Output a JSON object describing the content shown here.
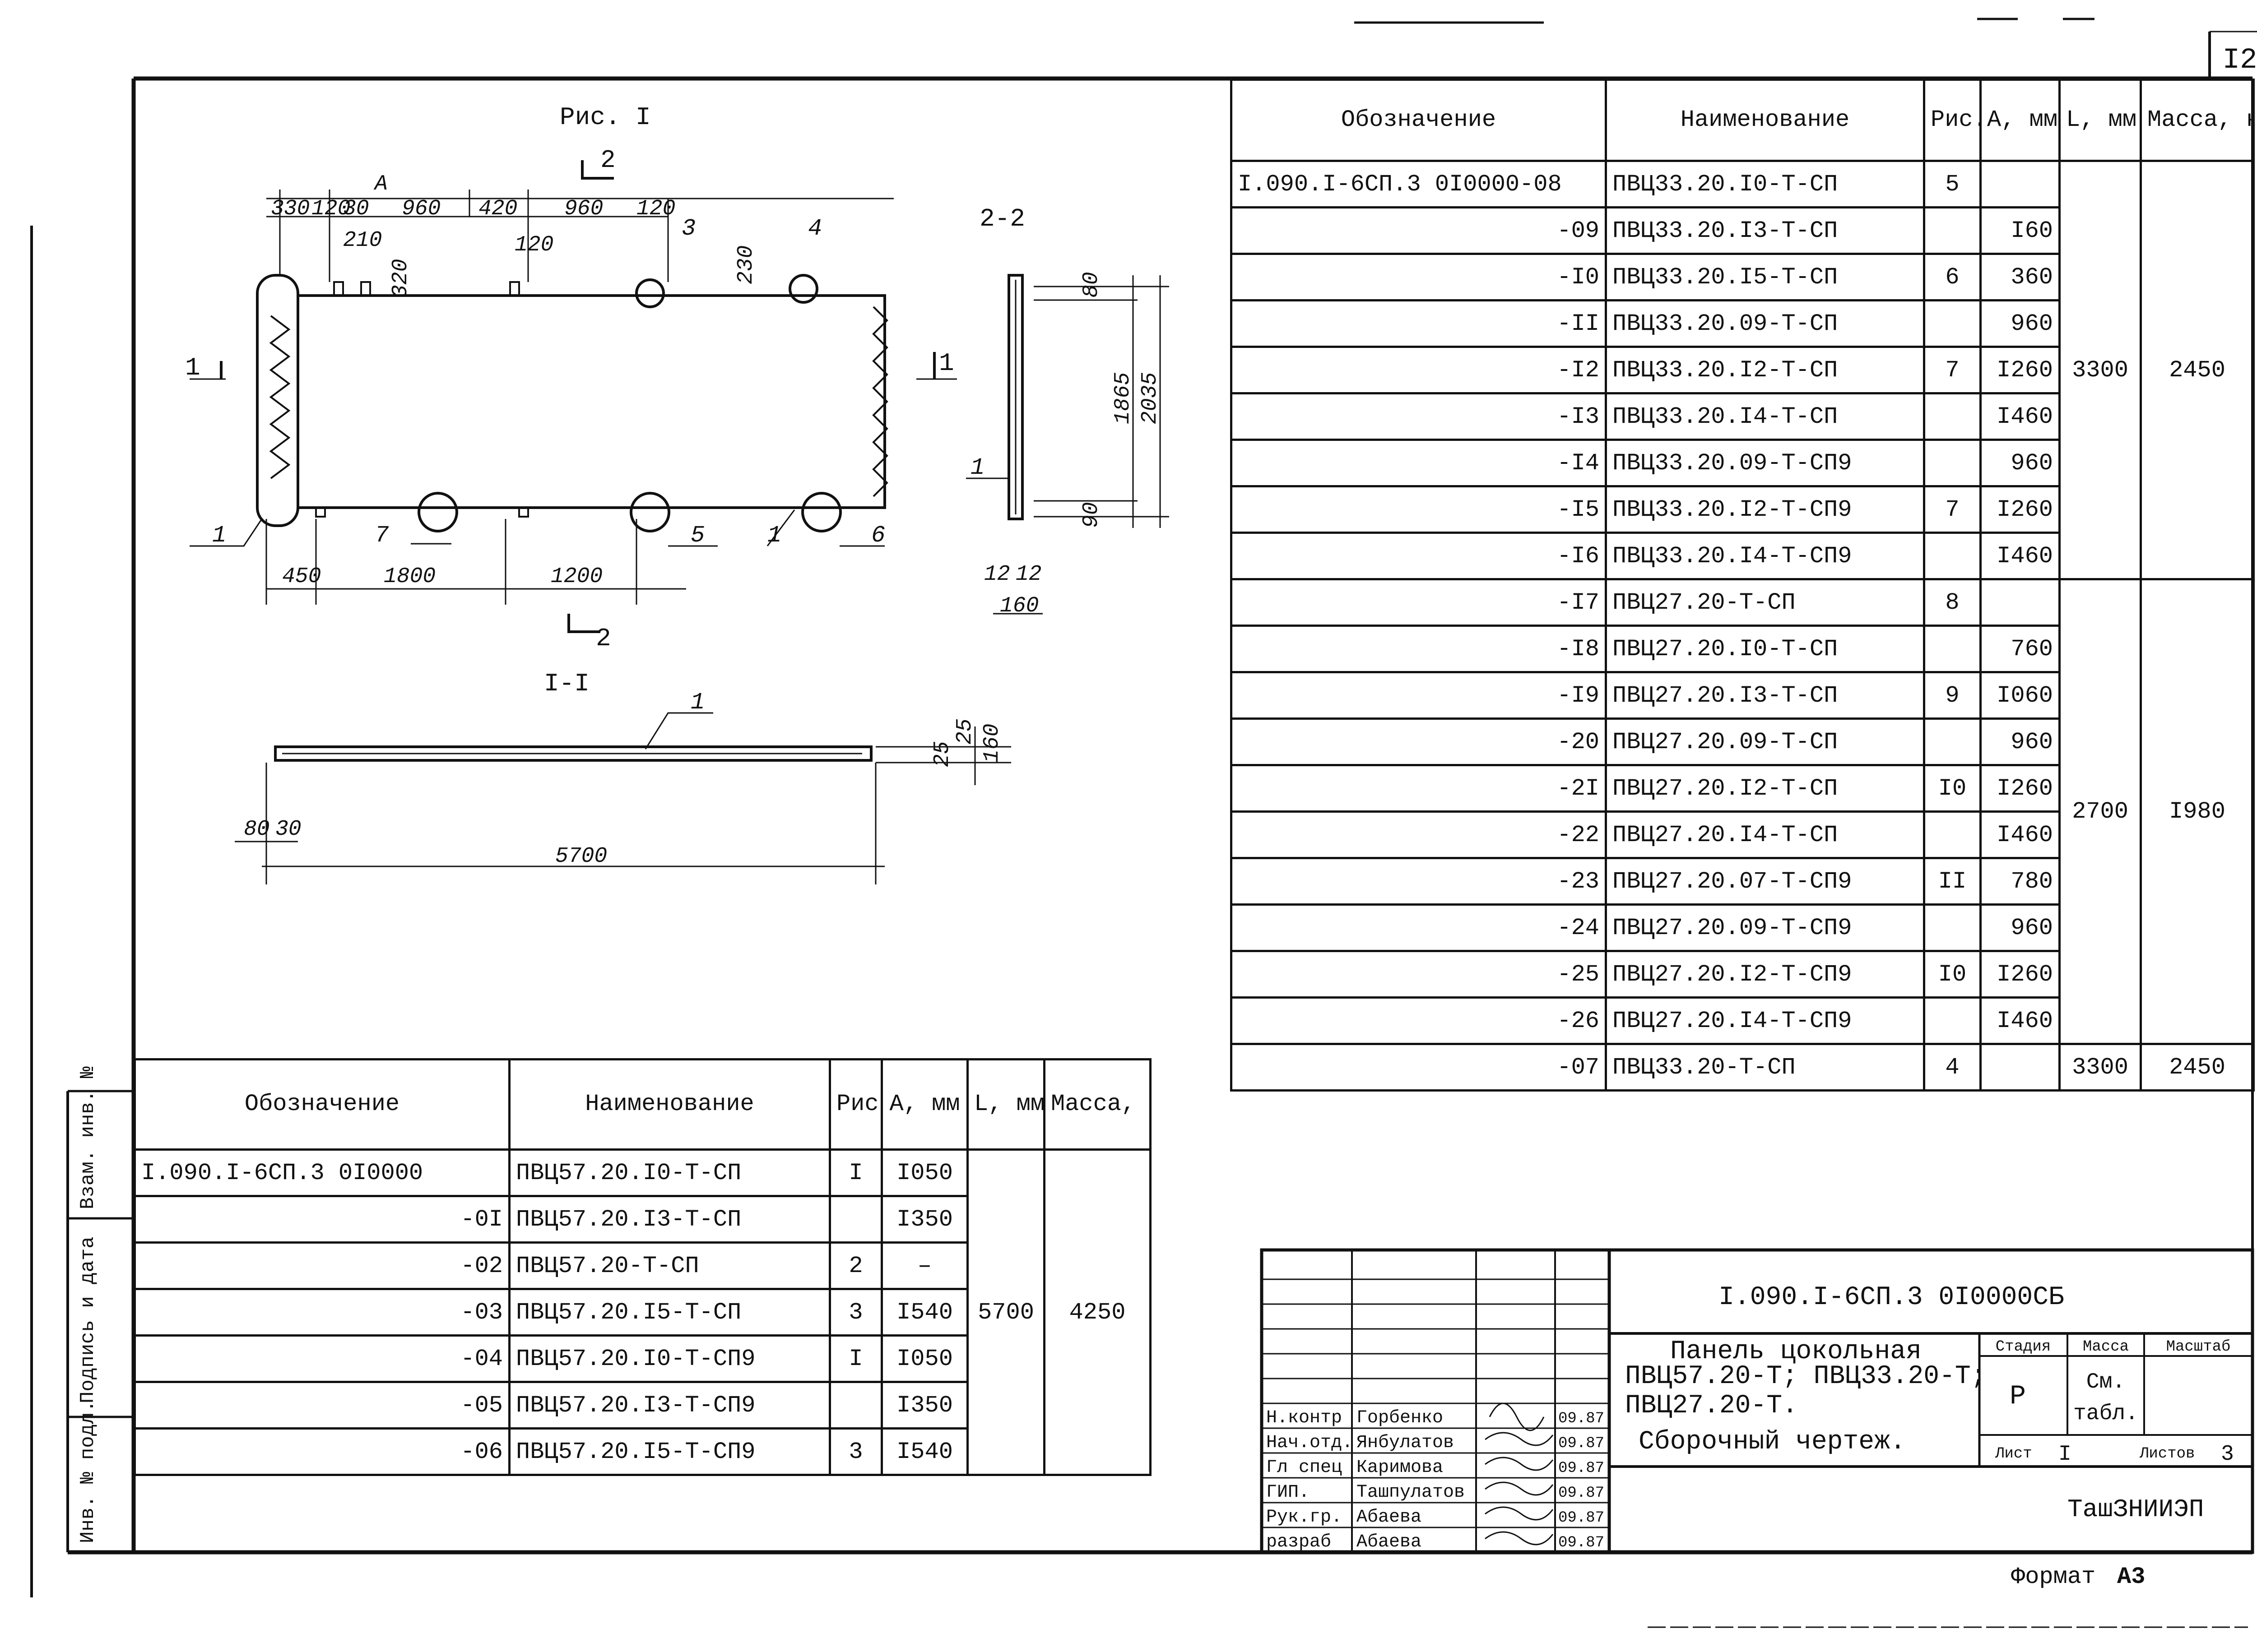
{
  "sheet_number": "I2",
  "format_label": "Формат",
  "format_value": "А3",
  "drawing": {
    "fig_title": "Рис. I",
    "section_22": "2-2",
    "section_11": "I-I",
    "cut_1": "1",
    "cut_2": "2",
    "dims_top": [
      "330",
      "120",
      "30",
      "A",
      "960",
      "420",
      "960",
      "120",
      "120",
      "210",
      "320",
      "230"
    ],
    "dims_bottom": [
      "450",
      "1800",
      "1200"
    ],
    "dims_side": [
      "1865",
      "2035",
      "80",
      "90",
      "12",
      "12",
      "160"
    ],
    "dims_section": [
      "25",
      "25",
      "160",
      "80",
      "30",
      "5700"
    ],
    "callouts": [
      "1",
      "1",
      "3",
      "4",
      "5",
      "6",
      "7"
    ]
  },
  "table_a": {
    "headers": [
      "Обозначение",
      "Наименование",
      "Рис.",
      "А, мм",
      "L, мм",
      "Масса, кг"
    ],
    "rows": [
      {
        "des": "I.090.I-6СП.3  0I0000-08",
        "name": "ПВЦ33.20.I0-Т-СП",
        "fig": "5",
        "a": ""
      },
      {
        "des": "-09",
        "name": "ПВЦ33.20.I3-Т-СП",
        "fig": "",
        "a": "I60"
      },
      {
        "des": "-I0",
        "name": "ПВЦ33.20.I5-Т-СП",
        "fig": "6",
        "a": "360"
      },
      {
        "des": "-II",
        "name": "ПВЦ33.20.09-Т-СП",
        "fig": "",
        "a": "960"
      },
      {
        "des": "-I2",
        "name": "ПВЦ33.20.I2-Т-СП",
        "fig": "7",
        "a": "I260"
      },
      {
        "des": "-I3",
        "name": "ПВЦ33.20.I4-Т-СП",
        "fig": "",
        "a": "I460"
      },
      {
        "des": "-I4",
        "name": "ПВЦ33.20.09-Т-СП9",
        "fig": "",
        "a": "960"
      },
      {
        "des": "-I5",
        "name": "ПВЦ33.20.I2-Т-СП9",
        "fig": "7",
        "a": "I260"
      },
      {
        "des": "-I6",
        "name": "ПВЦ33.20.I4-Т-СП9",
        "fig": "",
        "a": "I460"
      },
      {
        "des": "-I7",
        "name": "ПВЦ27.20-Т-СП",
        "fig": "8",
        "a": ""
      },
      {
        "des": "-I8",
        "name": "ПВЦ27.20.I0-Т-СП",
        "fig": "",
        "a": "760"
      },
      {
        "des": "-I9",
        "name": "ПВЦ27.20.I3-Т-СП",
        "fig": "9",
        "a": "I060"
      },
      {
        "des": "-20",
        "name": "ПВЦ27.20.09-Т-СП",
        "fig": "",
        "a": "960"
      },
      {
        "des": "-2I",
        "name": "ПВЦ27.20.I2-Т-СП",
        "fig": "I0",
        "a": "I260"
      },
      {
        "des": "-22",
        "name": "ПВЦ27.20.I4-Т-СП",
        "fig": "",
        "a": "I460"
      },
      {
        "des": "-23",
        "name": "ПВЦ27.20.07-Т-СП9",
        "fig": "II",
        "a": "780"
      },
      {
        "des": "-24",
        "name": "ПВЦ27.20.09-Т-СП9",
        "fig": "",
        "a": "960"
      },
      {
        "des": "-25",
        "name": "ПВЦ27.20.I2-Т-СП9",
        "fig": "I0",
        "a": "I260"
      },
      {
        "des": "-26",
        "name": "ПВЦ27.20.I4-Т-СП9",
        "fig": "",
        "a": "I460"
      },
      {
        "des": "-07",
        "name": "ПВЦ33.20-Т-СП",
        "fig": "4",
        "a": "",
        "l": "3300",
        "m": "2450"
      }
    ],
    "group1_l": "3300",
    "group1_m": "2450",
    "group2_l": "2700",
    "group2_m": "I980"
  },
  "table_b": {
    "headers": [
      "Обозначение",
      "Наименование",
      "Рис.",
      "А, мм",
      "L, мм",
      "Масса, кг"
    ],
    "rows": [
      {
        "des": "I.090.I-6СП.3  0I0000",
        "name": "ПВЦ57.20.I0-Т-СП",
        "fig": "I",
        "a": "I050"
      },
      {
        "des": "-0I",
        "name": "ПВЦ57.20.I3-Т-СП",
        "fig": "",
        "a": "I350"
      },
      {
        "des": "-02",
        "name": "ПВЦ57.20-Т-СП",
        "fig": "2",
        "a": "–"
      },
      {
        "des": "-03",
        "name": "ПВЦ57.20.I5-Т-СП",
        "fig": "3",
        "a": "I540"
      },
      {
        "des": "-04",
        "name": "ПВЦ57.20.I0-Т-СП9",
        "fig": "I",
        "a": "I050"
      },
      {
        "des": "-05",
        "name": "ПВЦ57.20.I3-Т-СП9",
        "fig": "",
        "a": "I350"
      },
      {
        "des": "-06",
        "name": "ПВЦ57.20.I5-Т-СП9",
        "fig": "3",
        "a": "I540"
      }
    ],
    "l": "5700",
    "m": "4250"
  },
  "left_margin": [
    "Инв. № подл.",
    "Подпись и дата",
    "Взам. инв. №"
  ],
  "title_block": {
    "code": "I.090.I-6СП.3  0I0000СБ",
    "title_lines": [
      "Панель цокольная",
      "ПВЦ57.20-Т; ПВЦ33.20-Т;",
      "ПВЦ27.20-Т."
    ],
    "subtitle": "Сборочный чертеж.",
    "stage_h": "Стадия",
    "mass_h": "Масса",
    "scale_h": "Масштаб",
    "stage": "Р",
    "mass_line1": "См.",
    "mass_line2": "табл.",
    "sheet_label": "Лист",
    "sheet": "I",
    "sheets_label": "Листов",
    "sheets": "3",
    "org": "ТашЗНИИЭП",
    "people": [
      {
        "role": "Н.контр",
        "name": "Горбенко",
        "date": "09.87"
      },
      {
        "role": "Нач.отд.",
        "name": "Янбулатов",
        "date": "09.87"
      },
      {
        "role": "Гл спец",
        "name": "Каримова",
        "date": "09.87"
      },
      {
        "role": "ГИП.",
        "name": "Ташпулатов",
        "date": "09.87"
      },
      {
        "role": "Рук.гр.",
        "name": "Абаева",
        "date": "09.87"
      },
      {
        "role": "разраб",
        "name": "Абаева",
        "date": "09.87"
      }
    ]
  }
}
